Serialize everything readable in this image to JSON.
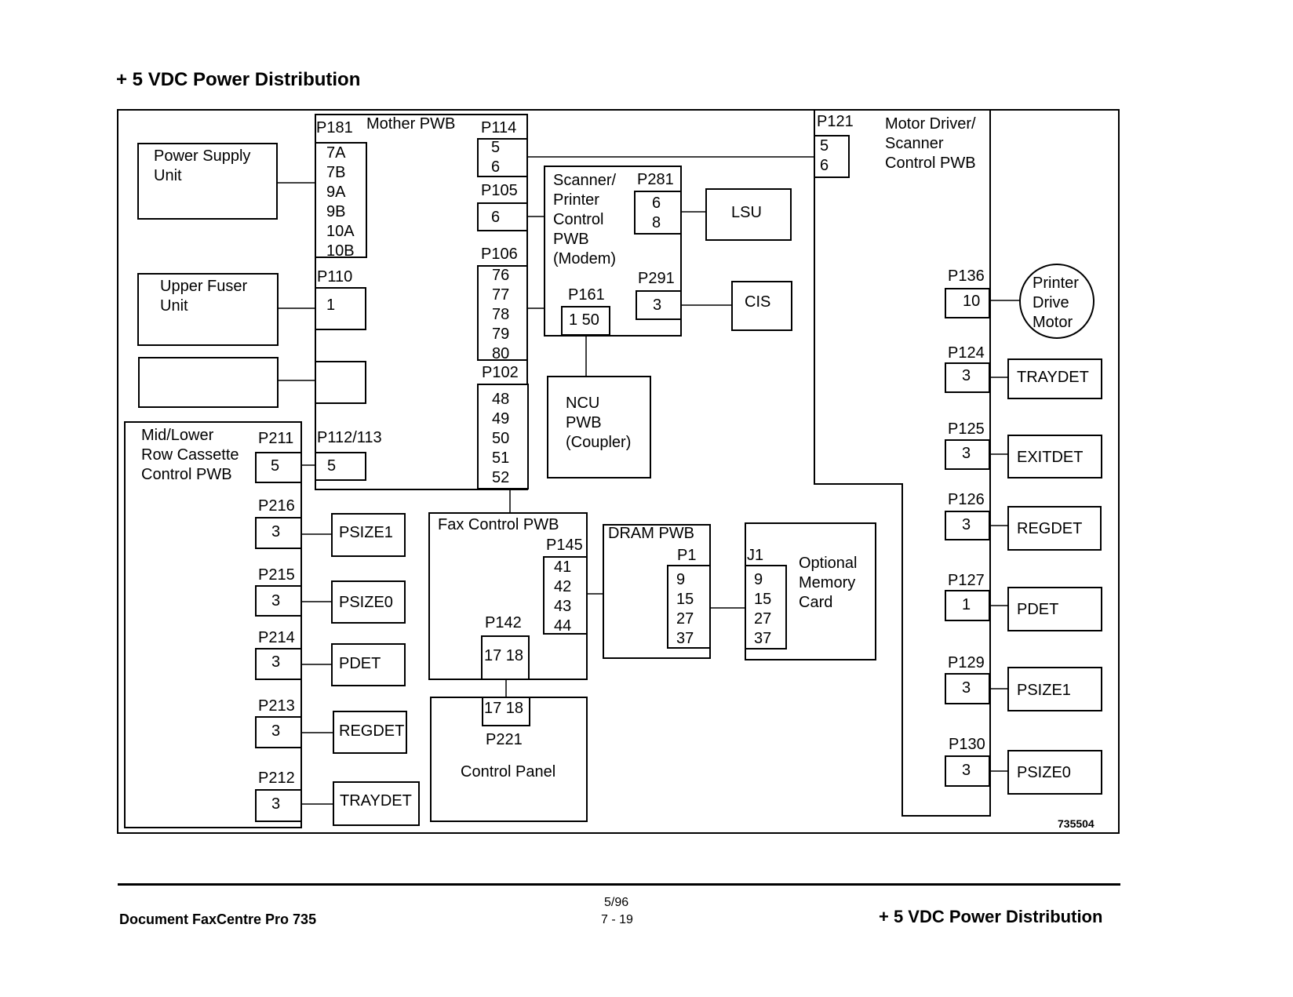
{
  "page_title": "+ 5 VDC Power Distribution",
  "figure_id": "735504",
  "footer": {
    "left": "Document FaxCentre Pro 735",
    "date": "5/96",
    "page": "7 - 19",
    "right": "+ 5 VDC Power Distribution"
  },
  "mother": {
    "label": "Mother PWB",
    "p181": "P181",
    "p181_pins": "7A\n7B\n9A\n9B\n10A\n10B",
    "p110": "P110",
    "p110_pins": "1",
    "p112": "P112/113",
    "p112_pins": "5",
    "p114": "P114",
    "p114_pins": "5\n6",
    "p105": "P105",
    "p105_pins": "6",
    "p106": "P106",
    "p106_pins": "76\n77\n78\n79\n80",
    "p102": "P102",
    "p102_pins": "48\n49\n50\n51\n52"
  },
  "psu": {
    "label": "Power Supply\nUnit"
  },
  "fuser": {
    "label": "Upper Fuser\nUnit"
  },
  "midlower": {
    "label": "Mid/Lower\nRow Cassette\nControl PWB",
    "connectors": [
      {
        "name": "P211",
        "pins": "5"
      },
      {
        "name": "P216",
        "pins": "3",
        "device": "PSIZE1"
      },
      {
        "name": "P215",
        "pins": "3",
        "device": "PSIZE0"
      },
      {
        "name": "P214",
        "pins": "3",
        "device": "PDET"
      },
      {
        "name": "P213",
        "pins": "3",
        "device": "REGDET"
      },
      {
        "name": "P212",
        "pins": "3",
        "device": "TRAYDET"
      }
    ]
  },
  "scanner": {
    "label": "Scanner/\nPrinter\nControl\nPWB\n(Modem)",
    "p281": "P281",
    "p281_pins": "6\n8",
    "p291": "P291",
    "p291_pins": "3",
    "p161": "P161",
    "p161_pins": "1  50",
    "lsu": "LSU",
    "cis": "CIS"
  },
  "ncu": {
    "label": "NCU\nPWB\n(Coupler)"
  },
  "fax": {
    "label": "Fax Control PWB",
    "p145": "P145",
    "p145_pins": "41\n42\n43\n44",
    "p142": "P142",
    "p142_pins": "17  18"
  },
  "panel": {
    "p221": "P221",
    "p221_pins": "17  18",
    "label": "Control Panel"
  },
  "dram": {
    "label": "DRAM PWB",
    "p1": "P1",
    "p1_pins": "9\n15\n27\n37"
  },
  "memory": {
    "label": "Optional\nMemory\nCard",
    "j1": "J1",
    "j1_pins": "9\n15\n27\n37"
  },
  "motor": {
    "label": "Motor Driver/\nScanner\nControl PWB",
    "p121": "P121",
    "p121_pins": "5\n6",
    "p136": "P136",
    "p136_pins": "10",
    "drive": "Printer\nDrive\nMotor",
    "connectors": [
      {
        "name": "P124",
        "pins": "3",
        "device": "TRAYDET"
      },
      {
        "name": "P125",
        "pins": "3",
        "device": "EXITDET"
      },
      {
        "name": "P126",
        "pins": "3",
        "device": "REGDET"
      },
      {
        "name": "P127",
        "pins": "1",
        "device": "PDET"
      },
      {
        "name": "P129",
        "pins": "3",
        "device": "PSIZE1"
      },
      {
        "name": "P130",
        "pins": "3",
        "device": "PSIZE0"
      }
    ]
  }
}
